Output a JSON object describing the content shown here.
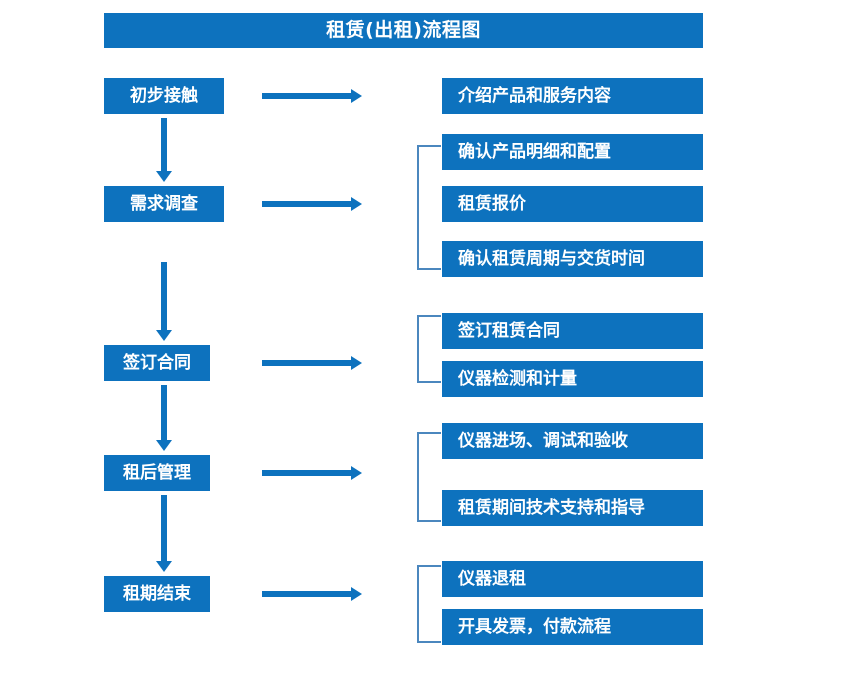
{
  "diagram": {
    "title": "租赁(出租)流程图",
    "colors": {
      "primary_blue": "#0D72BE",
      "bracket_line": "#4B87BE",
      "box_text": "#FFFFFF",
      "background": "#FFFFFF"
    },
    "stages": [
      {
        "label": "初步接触"
      },
      {
        "label": "需求调查"
      },
      {
        "label": "签订合同"
      },
      {
        "label": "租后管理"
      },
      {
        "label": "租期结束"
      }
    ],
    "details": [
      {
        "label": "介绍产品和服务内容"
      },
      {
        "label": "确认产品明细和配置"
      },
      {
        "label": "租赁报价"
      },
      {
        "label": "确认租赁周期与交货时间"
      },
      {
        "label": "签订租赁合同"
      },
      {
        "label": "仪器检测和计量"
      },
      {
        "label": "仪器进场、调试和验收"
      },
      {
        "label": "租赁期间技术支持和指导"
      },
      {
        "label": "仪器退租"
      },
      {
        "label": "开具发票，付款流程"
      }
    ]
  }
}
